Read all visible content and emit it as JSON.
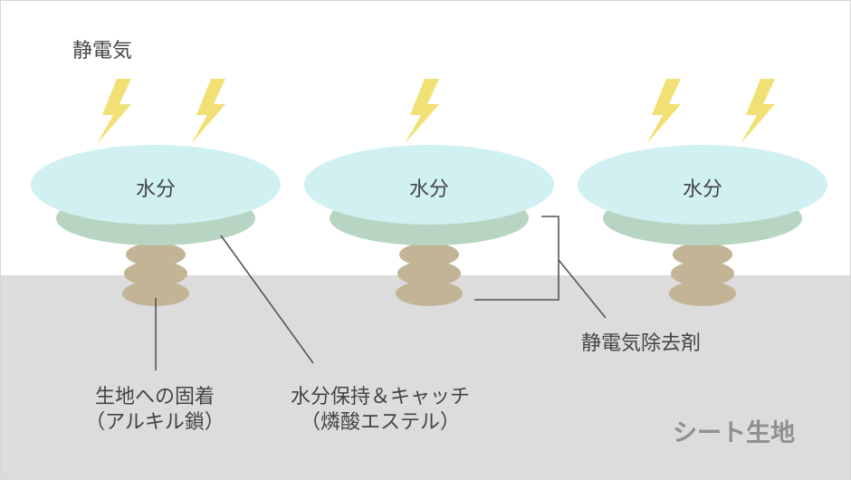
{
  "labels": {
    "static": "静電気",
    "water": "水分",
    "antistatic_agent": "静電気除去剤",
    "anchor_line1": "生地への固着",
    "anchor_line2": "（アルキル鎖）",
    "moisture_line1": "水分保持＆キャッチ",
    "moisture_line2": "（燐酸エステル）",
    "fabric": "シート生地"
  },
  "colors": {
    "bolt": "#f1e074",
    "water": "#d0f0f1",
    "plate": "#b7d5c2",
    "chain": "#c2b495",
    "fabric": "#dcdcdc",
    "line": "#555555",
    "text": "#444444"
  },
  "icons": [
    "lightning-bolt-icon"
  ]
}
